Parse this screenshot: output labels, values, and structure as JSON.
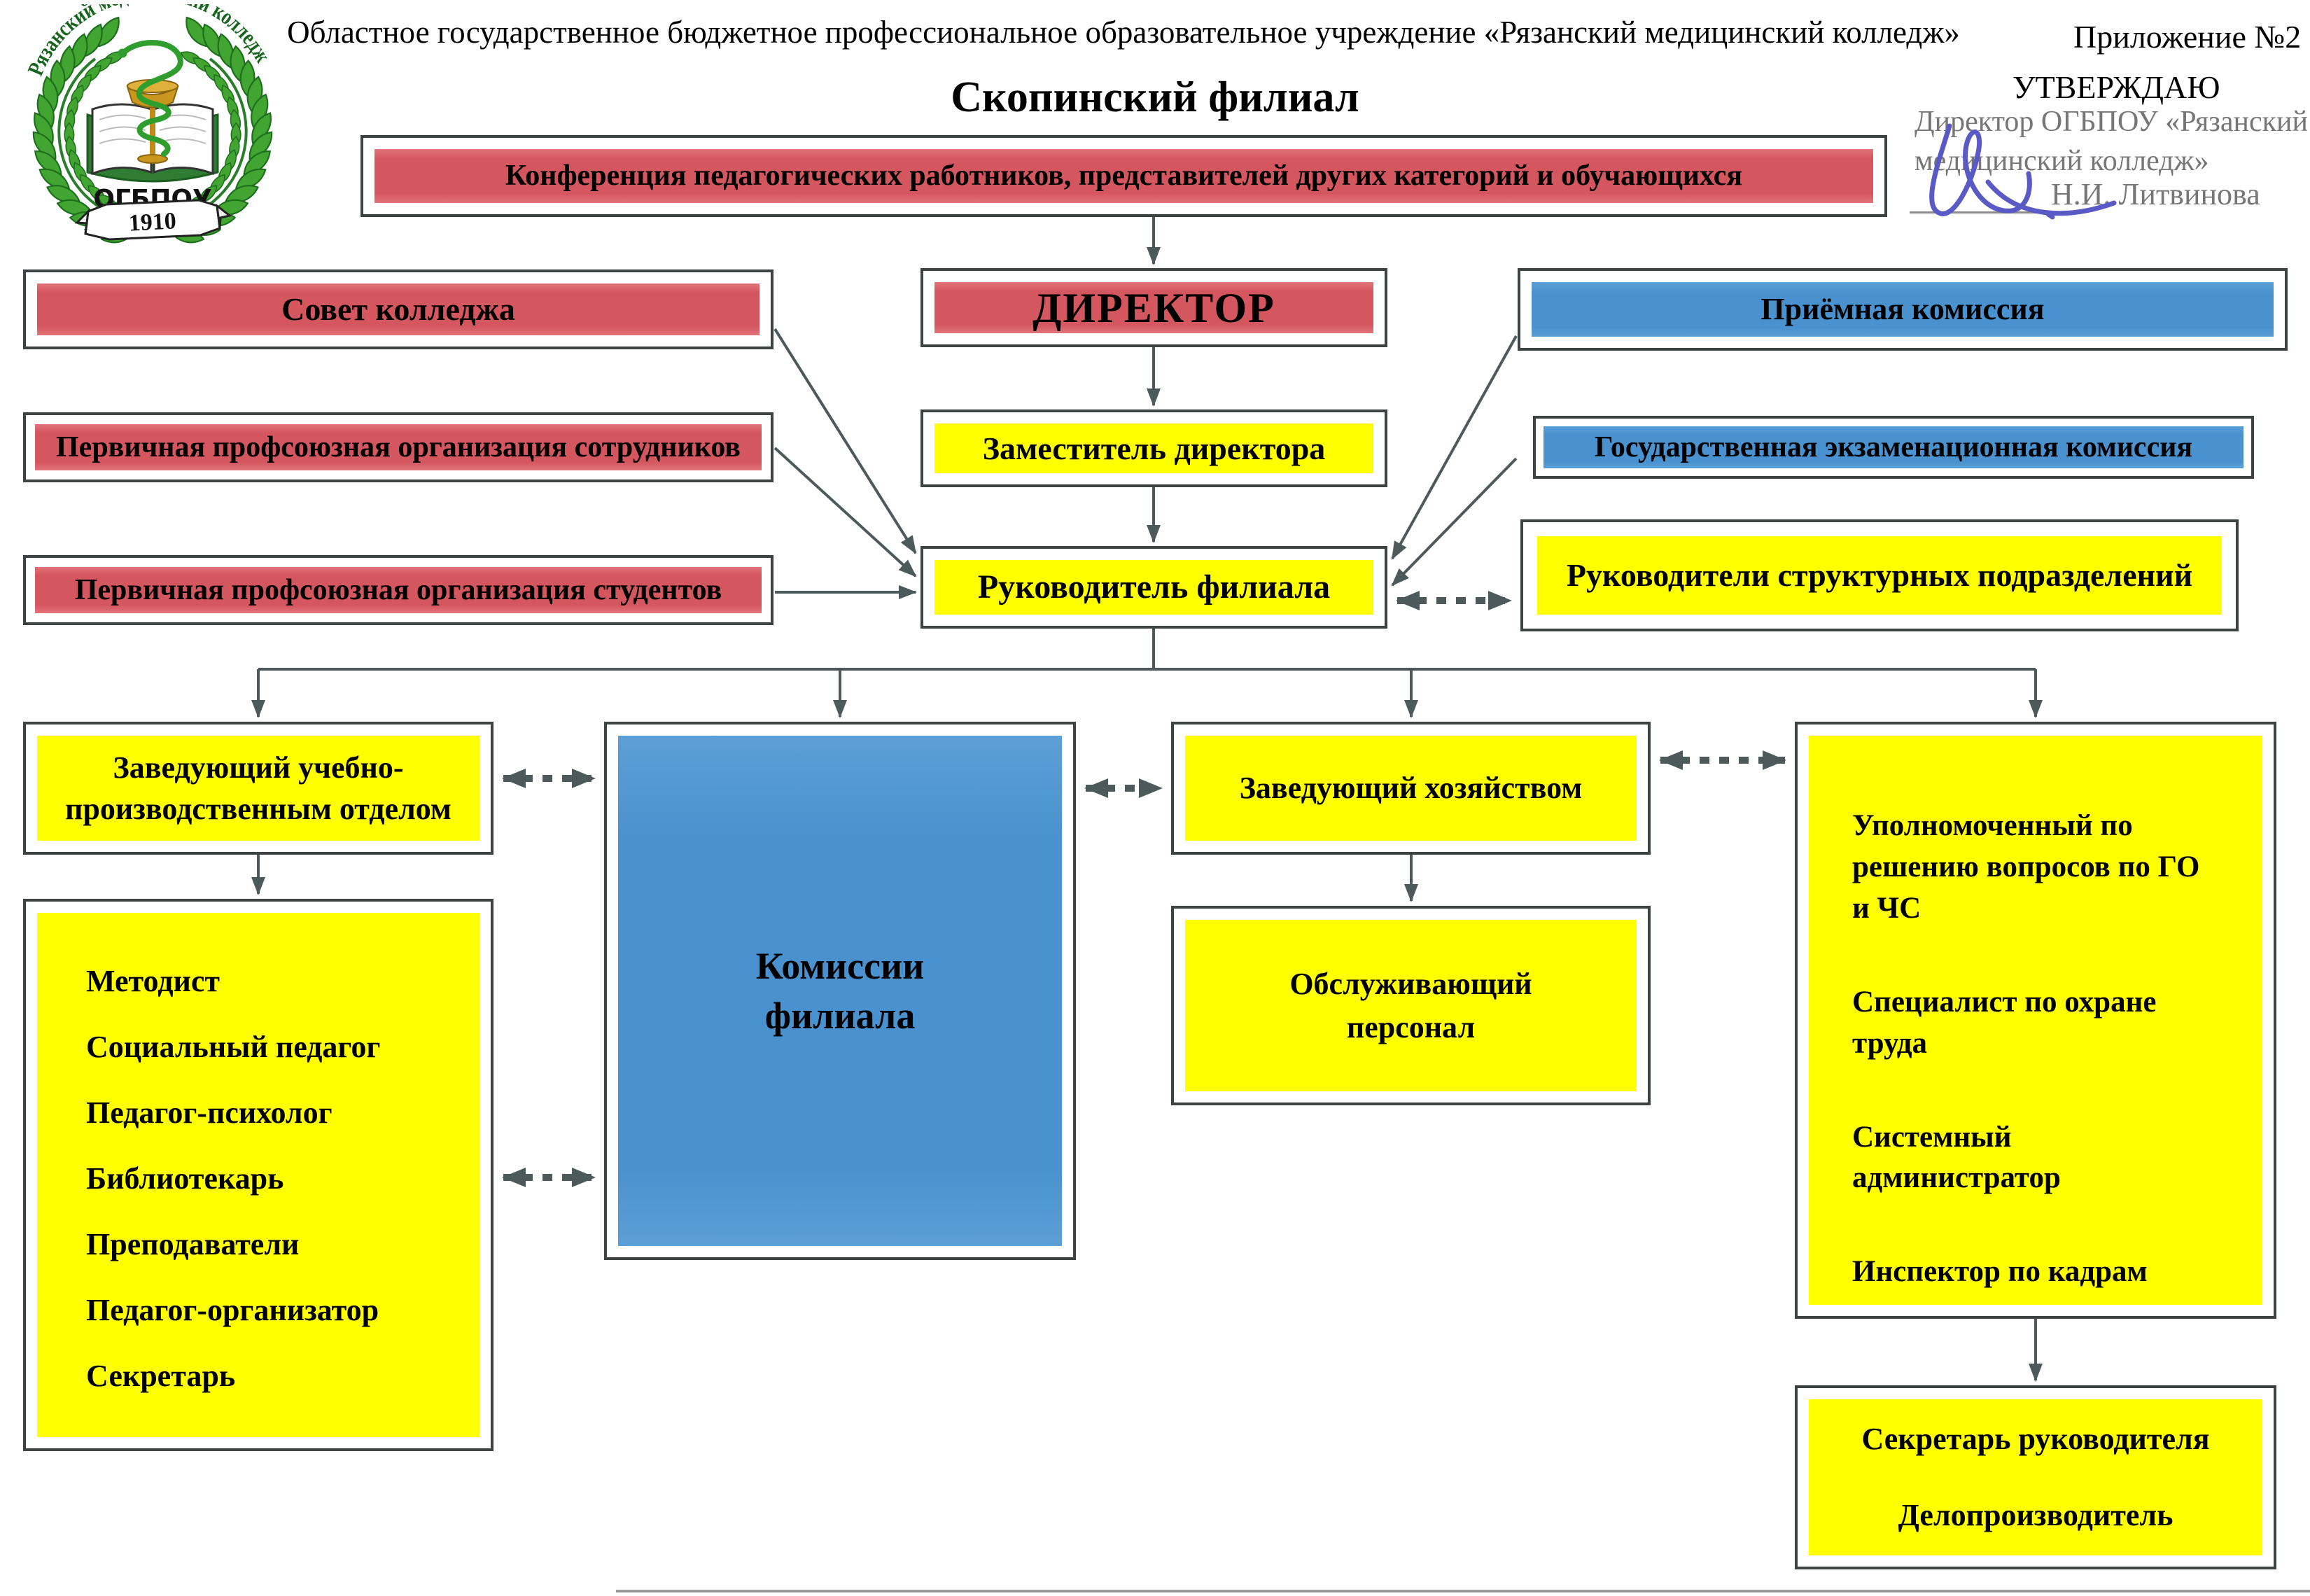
{
  "page": {
    "org_line": "Областное государственное бюджетное профессиональное образовательное учреждение «Рязанский медицинский колледж»",
    "appendix": "Приложение №2",
    "title": "Скопинский филиал"
  },
  "approval": {
    "approve": "УТВЕРЖДАЮ",
    "director_line1": "Директор ОГБПОУ «Рязанский",
    "director_line2": "медицинский колледж»",
    "name": "Н.И. Литвинова"
  },
  "logo": {
    "arc_text": "Рязанский медицинский колледж",
    "org_abbr": "ОГБПОУ",
    "year": "1910"
  },
  "boxes": {
    "conference": "Конференция педагогических работников, представителей других категорий и обучающихся",
    "council": "Совет колледжа",
    "director": "ДИРЕКТОР",
    "admission": "Приёмная комиссия",
    "staff_union": "Первичная профсоюзная организация сотрудников",
    "deputy_director": "Заместитель директора",
    "state_exam": "Государственная экзаменационная комиссия",
    "student_union": "Первичная профсоюзная организация студентов",
    "branch_head": "Руководитель филиала",
    "unit_heads": "Руководители структурных подразделений",
    "edu_dept_head": "Заведующий учебно-\nпроизводственным отделом",
    "commissions": "Комиссии\nфилиала",
    "household_head": "Заведующий хозяйством",
    "service_staff": "Обслуживающий\nперсонал",
    "left_staff": [
      "Методист",
      "Социальный педагог",
      "Педагог-психолог",
      "Библиотекарь",
      "Преподаватели",
      "Педагог-организатор",
      "Секретарь"
    ],
    "right_staff": [
      "Уполномоченный по\nрешению вопросов по ГО\nи ЧС",
      "Специалист по охране\nтруда",
      "Системный\nадминистратор",
      "Инспектор по кадрам"
    ],
    "secretary_lines": [
      "Секретарь руководителя",
      "Делопроизводитель"
    ]
  },
  "colors": {
    "red": "#d4565f",
    "blue": "#4a92cf",
    "yellow": "#ffff00",
    "frame_border": "#3d4343",
    "arrow": "#4d5a5c",
    "gray_text": "#767676",
    "signature_blue": "#5a5ac6",
    "logo_green": "#3aa43a"
  }
}
